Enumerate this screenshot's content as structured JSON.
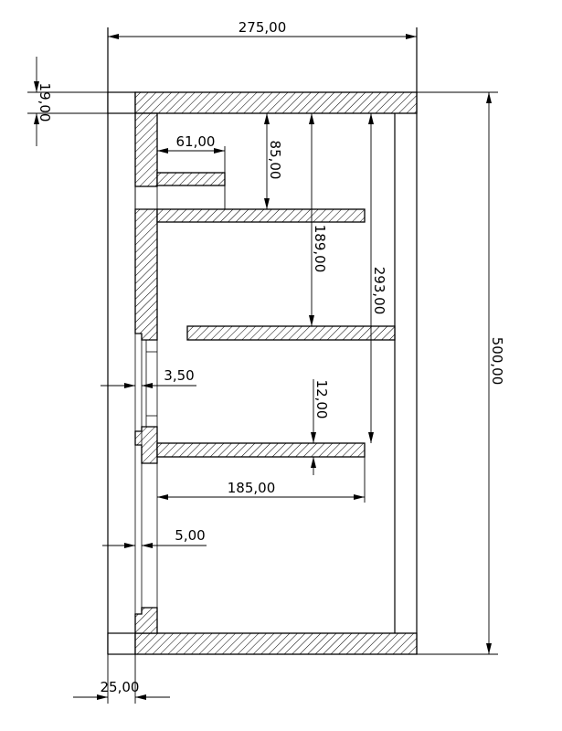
{
  "drawing": {
    "title": "Cabinet cross-section with shelves",
    "dimensions": {
      "overall_width": "275,00",
      "overall_height": "500,00",
      "top_panel_thickness": "19,00",
      "small_shelf_depth": "61,00",
      "small_shelf_gap": "85,00",
      "middle_shelf_gap": "189,00",
      "lower_shelf_gap": "293,00",
      "shelf_thickness": "12,00",
      "shelf_depth": "185,00",
      "door_gap": "3,50",
      "door_thickness": "5,00",
      "plinth_offset": "25,00"
    }
  }
}
